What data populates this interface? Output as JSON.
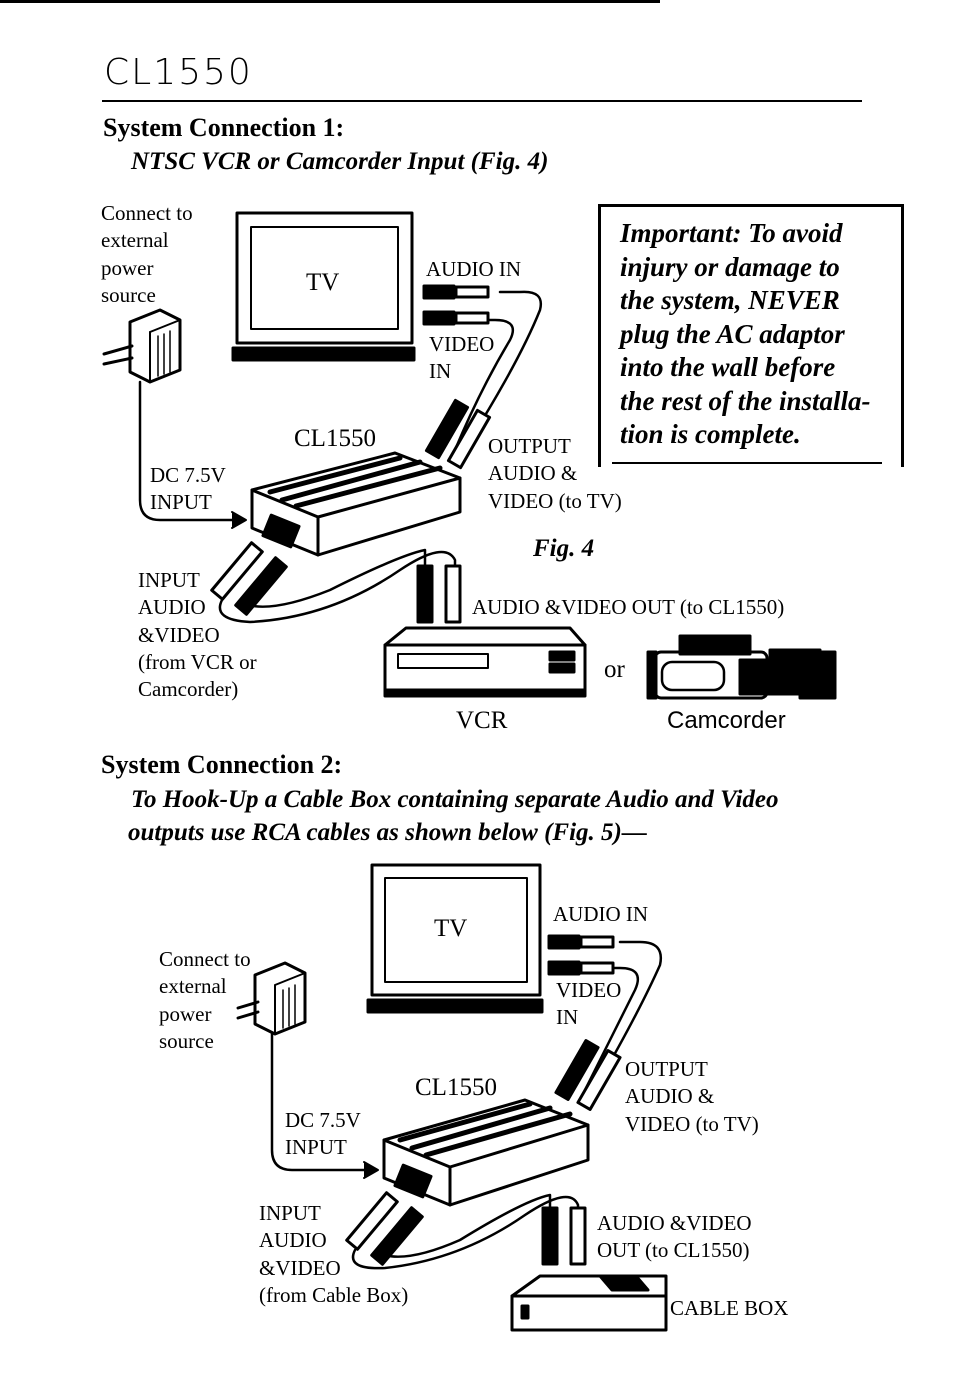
{
  "header": {
    "model": "CL1550"
  },
  "section1": {
    "title": "System Connection 1:",
    "subtitle": "NTSC VCR or Camcorder Input (Fig. 4)",
    "labels": {
      "connect": "Connect to\nexternal\npower\nsource",
      "tv": "TV",
      "audio_in": "AUDIO IN",
      "video_in": "VIDEO\nIN",
      "device": "CL1550",
      "output": "OUTPUT\nAUDIO &\nVIDEO (to TV)",
      "dc_input": "DC 7.5V\nINPUT",
      "input_av": "INPUT\nAUDIO\n&VIDEO\n(from VCR or\nCamcorder)",
      "av_out": "AUDIO &VIDEO OUT (to CL1550)",
      "or": "or",
      "vcr": "VCR",
      "camcorder": "Camcorder",
      "figure": "Fig. 4"
    },
    "warning": "Important: To avoid\ninjury or damage to\nthe system, NEVER\nplug the AC adaptor\ninto the wall before\nthe rest of the installa-\ntion is complete."
  },
  "section2": {
    "title": "System Connection 2:",
    "subtitle_line1": "To Hook-Up a Cable Box containing separate Audio and Video",
    "subtitle_line2": "outputs use RCA cables as shown below (Fig. 5)—",
    "labels": {
      "tv": "TV",
      "audio_in": "AUDIO IN",
      "video_in": "VIDEO\nIN",
      "connect": "Connect to\nexternal\npower\nsource",
      "device": "CL1550",
      "output": "OUTPUT\nAUDIO &\nVIDEO (to TV)",
      "dc_input": "DC 7.5V\nINPUT",
      "input_av": "INPUT\nAUDIO\n&VIDEO\n(from Cable Box)",
      "av_out": "AUDIO &VIDEO\nOUT (to CL1550)",
      "cable_box": "CABLE BOX"
    }
  }
}
